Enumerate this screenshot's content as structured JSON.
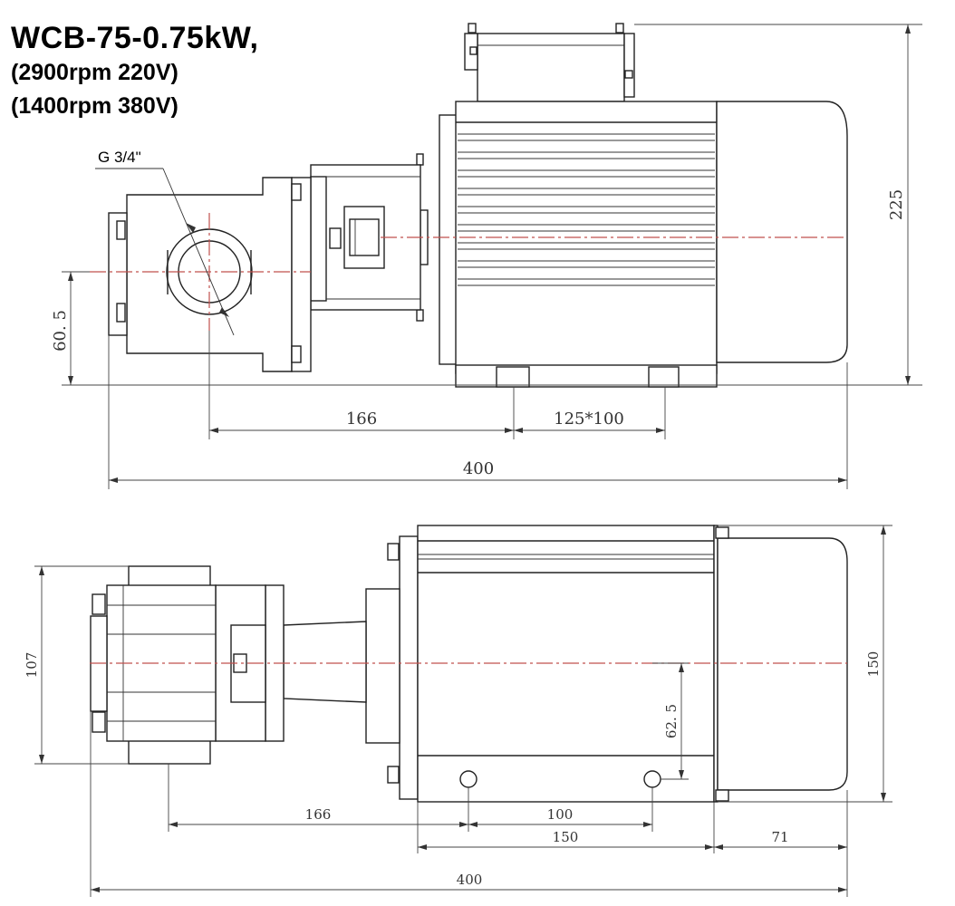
{
  "title": {
    "model": "WCB-75-0.75kW,",
    "line1": "(2900rpm 220V)",
    "line2": "(1400rpm 380V)"
  },
  "front_view": {
    "port_label": "G 3/4\"",
    "dim_height": "225",
    "dim_axis_height": "60. 5",
    "dim_port_to_foot": "166",
    "dim_mount": "125*100",
    "dim_total_length": "400"
  },
  "top_view": {
    "dim_pump_width": "107",
    "dim_motor_width": "150",
    "dim_hole_offset": "62. 5",
    "dim_pump_to_hole": "166",
    "dim_hole_spacing": "100",
    "dim_base_length": "150",
    "dim_fan_length": "71",
    "dim_total_length": "400"
  },
  "colors": {
    "line": "#222222",
    "centerline": "#c0504d"
  }
}
